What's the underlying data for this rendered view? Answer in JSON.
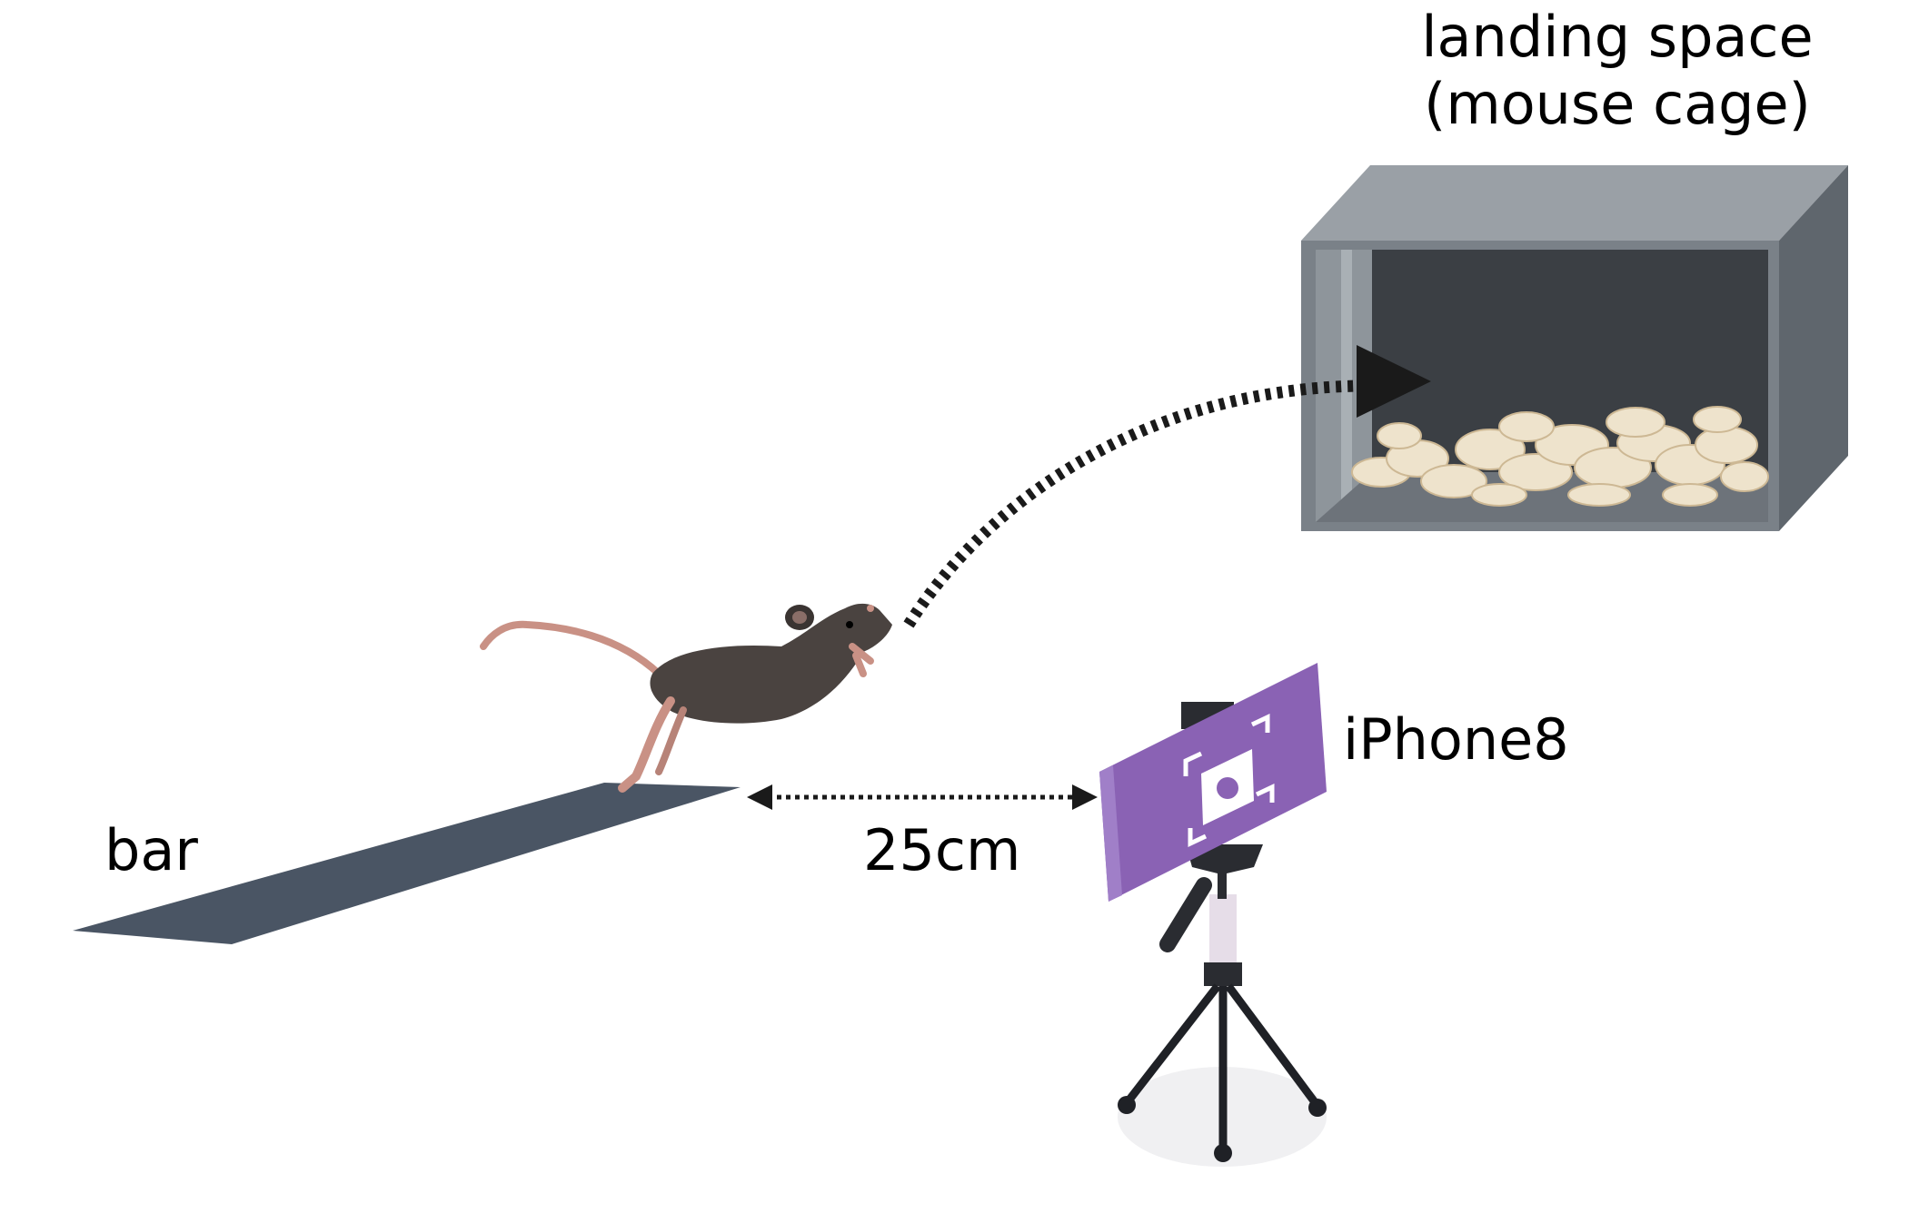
{
  "labels": {
    "landing_line1": "landing space",
    "landing_line2": "(mouse cage)",
    "bar": "bar",
    "distance": "25cm",
    "phone": "iPhone8"
  },
  "colors": {
    "cage_top": "#9aa0a6",
    "cage_side": "#5f666d",
    "cage_front_frame": "#7a8188",
    "cage_interior": "#3b3f44",
    "bedding": "#eee3cc",
    "bar": "#4a5564",
    "mouse_body": "#4a4340",
    "mouse_skin": "#c99185",
    "phone": "#8a62b4",
    "tripod": "#1f2126",
    "arrow": "#1a1a1a"
  },
  "icons": [
    "camera-focus-icon"
  ]
}
